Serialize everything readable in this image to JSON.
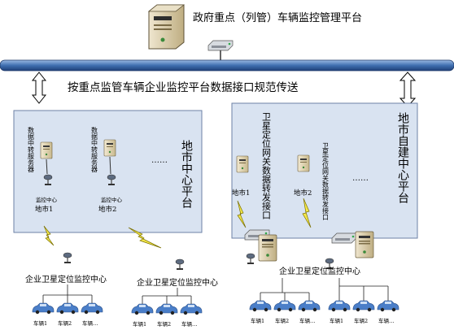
{
  "header": {
    "title": "政府重点（列管）车辆监控管理平台"
  },
  "bus": {
    "label": "按重点监管车辆企业监控平台数据接口规范传送"
  },
  "left_platform": {
    "title": "地市中心平台",
    "server1_label": "数据中转服务器",
    "server2_label": "数据中转服务器",
    "monitor1_label": "监控中心",
    "monitor2_label": "监控中心",
    "city1": "地市1",
    "city2": "地市2",
    "ellipsis": "……"
  },
  "right_platform": {
    "title": "地市自建中心平台",
    "gateway1_label": "卫星定位网关数据转发接口",
    "gateway2_label": "卫星定位网关数据转发接口",
    "city1": "地市1",
    "city2": "地市2",
    "ellipsis": "……"
  },
  "enterprise_center_label": "企业卫星定位监控中心",
  "vehicles": {
    "v1": "车辆1",
    "v2": "车辆2",
    "vn": "车辆…"
  },
  "colors": {
    "bus_fill": "#3f6fb0",
    "platform_fill": "#d9e3f1",
    "platform_border": "#6d82a6",
    "lightning": "#f5e84a",
    "car": "#4a7ec8"
  }
}
